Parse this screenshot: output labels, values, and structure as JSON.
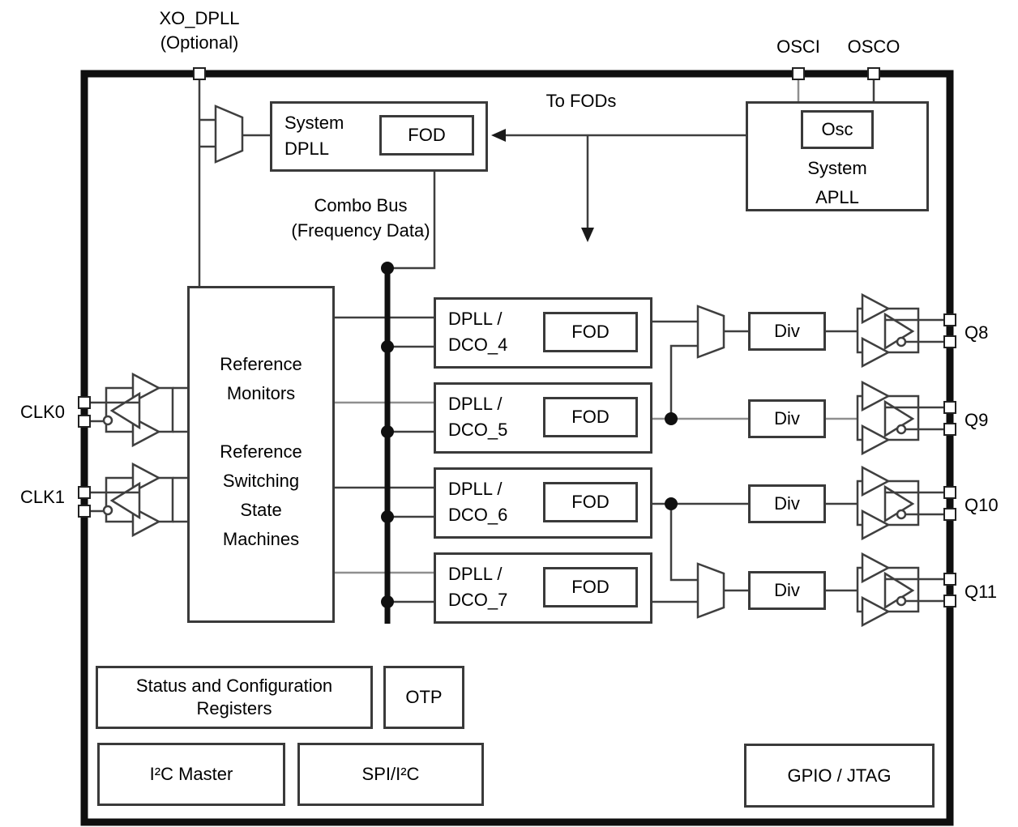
{
  "pins": {
    "xo_dpll": {
      "line1": "XO_DPLL",
      "line2": "(Optional)"
    },
    "osci": "OSCI",
    "osco": "OSCO",
    "clk0": "CLK0",
    "clk1": "CLK1",
    "q8": "Q8",
    "q9": "Q9",
    "q10": "Q10",
    "q11": "Q11"
  },
  "labels": {
    "to_fods": "To FODs",
    "combo_bus": {
      "line1": "Combo Bus",
      "line2": "(Frequency Data)"
    }
  },
  "blocks": {
    "fod_label": "FOD",
    "div_label": "Div",
    "osc_label": "Osc",
    "system_dpll": {
      "line1": "System",
      "line2": "DPLL"
    },
    "system_apll": {
      "line1": "System",
      "line2": "APLL"
    },
    "reference": {
      "line1": "Reference",
      "line2": "Monitors",
      "line3": "Reference",
      "line4": "Switching",
      "line5": "State",
      "line6": "Machines"
    },
    "dco4": {
      "line1": "DPLL /",
      "line2": "DCO_4"
    },
    "dco5": {
      "line1": "DPLL /",
      "line2": "DCO_5"
    },
    "dco6": {
      "line1": "DPLL /",
      "line2": "DCO_6"
    },
    "dco7": {
      "line1": "DPLL /",
      "line2": "DCO_7"
    },
    "status_config": {
      "line1": "Status and Configuration",
      "line2": "Registers"
    },
    "otp": "OTP",
    "i2c_master": "I²C Master",
    "spi_i2c": "SPI/I²C",
    "gpio_jtag": "GPIO / JTAG"
  },
  "colors": {
    "background": "#ffffff",
    "ink": "#000000",
    "wire": "#3f3f3f",
    "wire_gray": "#8f8f8f",
    "bus": "#101010"
  }
}
